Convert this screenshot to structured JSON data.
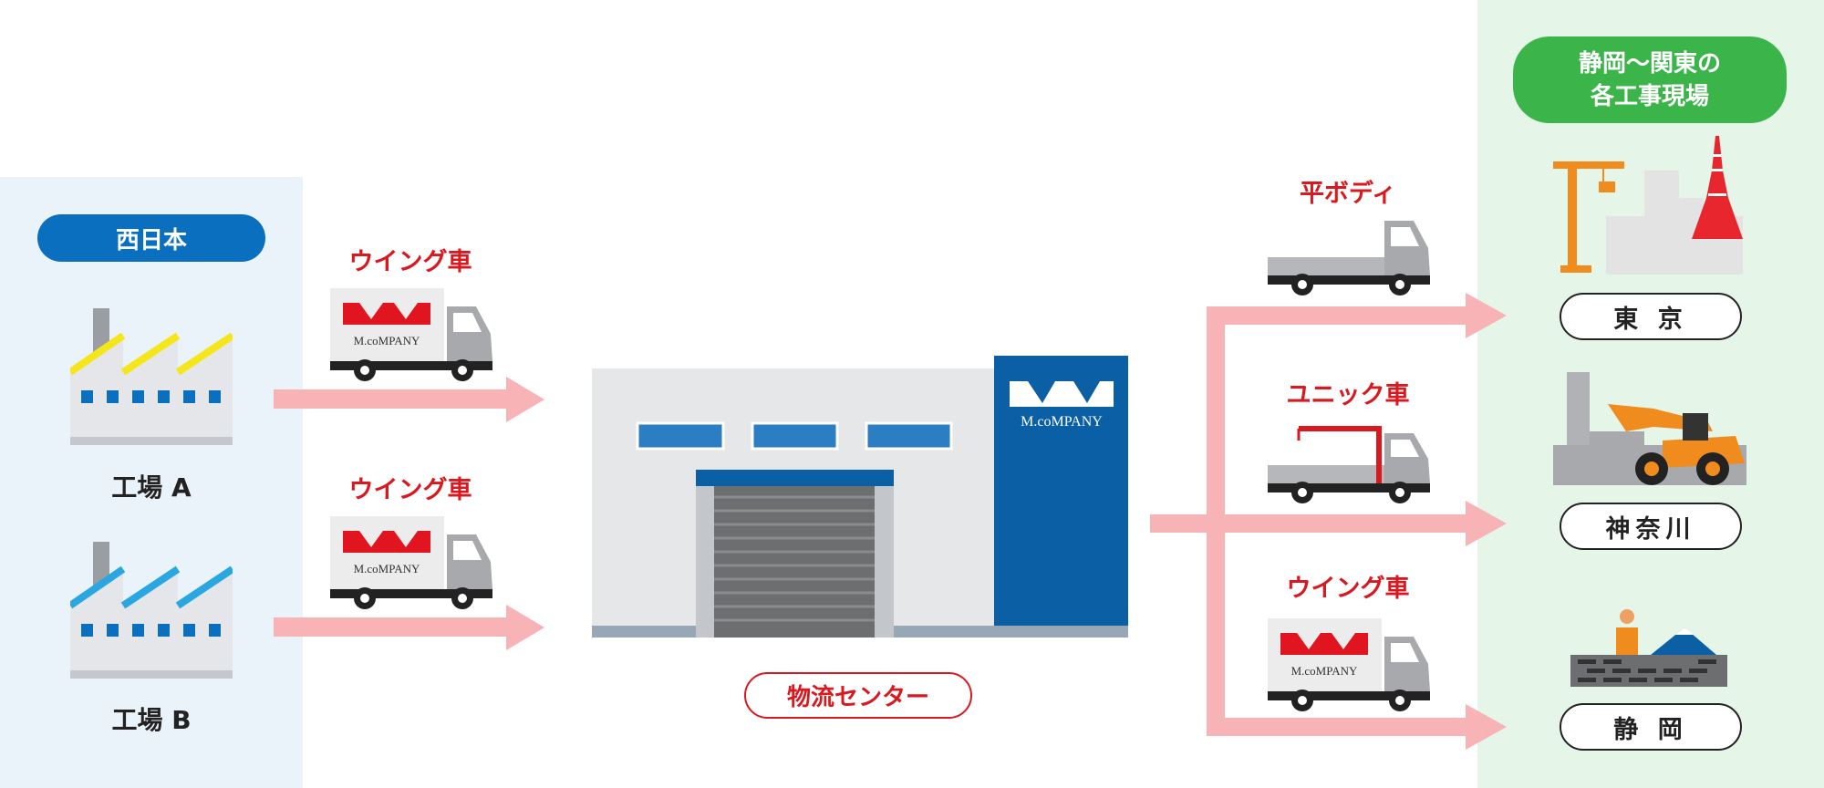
{
  "left_region": {
    "label": "西日本",
    "factories": [
      {
        "label": "工場 A",
        "roof_color": "#f5e51b"
      },
      {
        "label": "工場 B",
        "roof_color": "#2aa7e0"
      }
    ]
  },
  "inbound_trucks": [
    {
      "label": "ウイング車",
      "brand": "M.coMPANY"
    },
    {
      "label": "ウイング車",
      "brand": "M.coMPANY"
    }
  ],
  "center": {
    "label": "物流センター",
    "brand": "M.coMPANY"
  },
  "outbound_trucks": [
    {
      "label": "平ボディ"
    },
    {
      "label": "ユニック車"
    },
    {
      "label": "ウイング車",
      "brand": "M.coMPANY"
    }
  ],
  "sites": {
    "title_line1": "静岡～関東の",
    "title_line2": "各工事現場",
    "locations": [
      {
        "label": "東 京"
      },
      {
        "label": "神奈川"
      },
      {
        "label": "静 岡"
      }
    ]
  },
  "colors": {
    "red": "#d81920",
    "blue": "#0a5fa5",
    "green": "#3bb54a",
    "arrow": "#f7b3b6"
  }
}
